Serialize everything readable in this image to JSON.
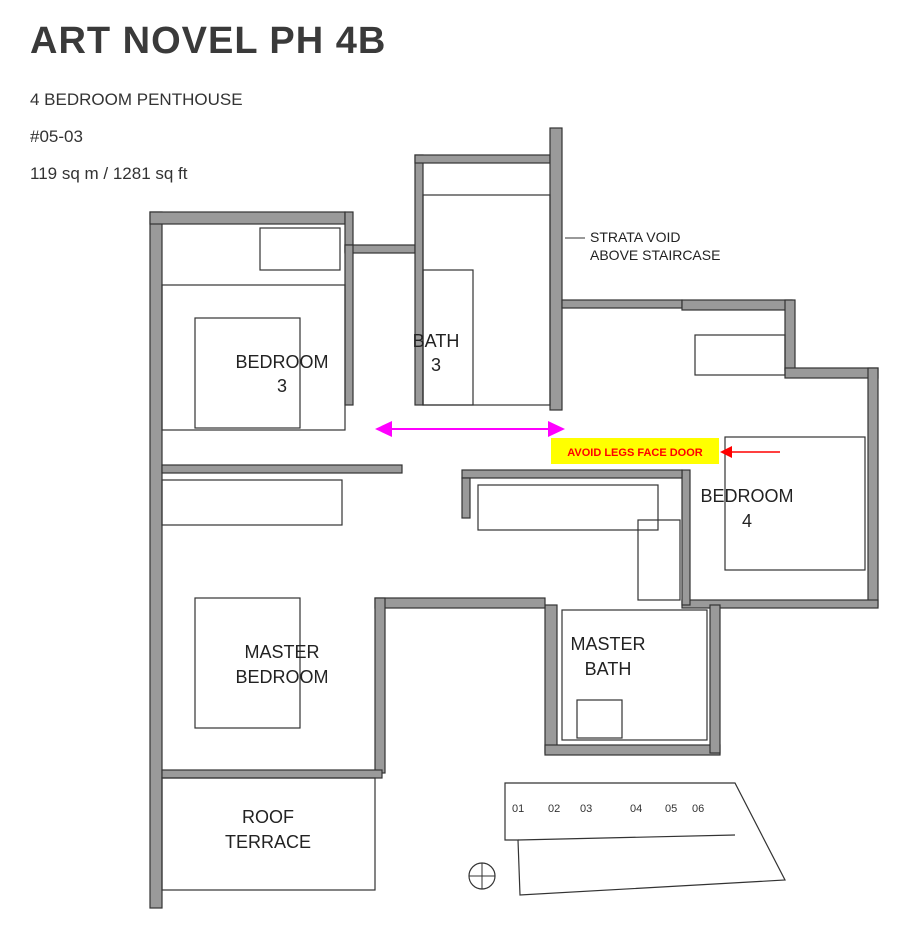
{
  "header": {
    "title": "ART NOVEL PH 4B",
    "type": "4 BEDROOM PENTHOUSE",
    "unit": "#05-03",
    "area": "119 sq m / 1281 sq ft"
  },
  "rooms": {
    "bedroom3": [
      "BEDROOM",
      "3"
    ],
    "bath3": [
      "BATH",
      "3"
    ],
    "bedroom4": [
      "BEDROOM",
      "4"
    ],
    "master_bedroom": [
      "MASTER",
      "BEDROOM"
    ],
    "master_bath": [
      "MASTER",
      "BATH"
    ],
    "roof_terrace": [
      "ROOF",
      "TERRACE"
    ]
  },
  "annotations": {
    "strata_void": [
      "STRATA VOID",
      "ABOVE STAIRCASE"
    ],
    "avoid_note": "AVOID LEGS FACE DOOR",
    "note_bg": "#ffff00",
    "note_color": "#ff0000",
    "arrow_color": "#ff00ff"
  },
  "key_plan": {
    "units": [
      "01",
      "02",
      "03",
      "04",
      "05",
      "06"
    ]
  }
}
